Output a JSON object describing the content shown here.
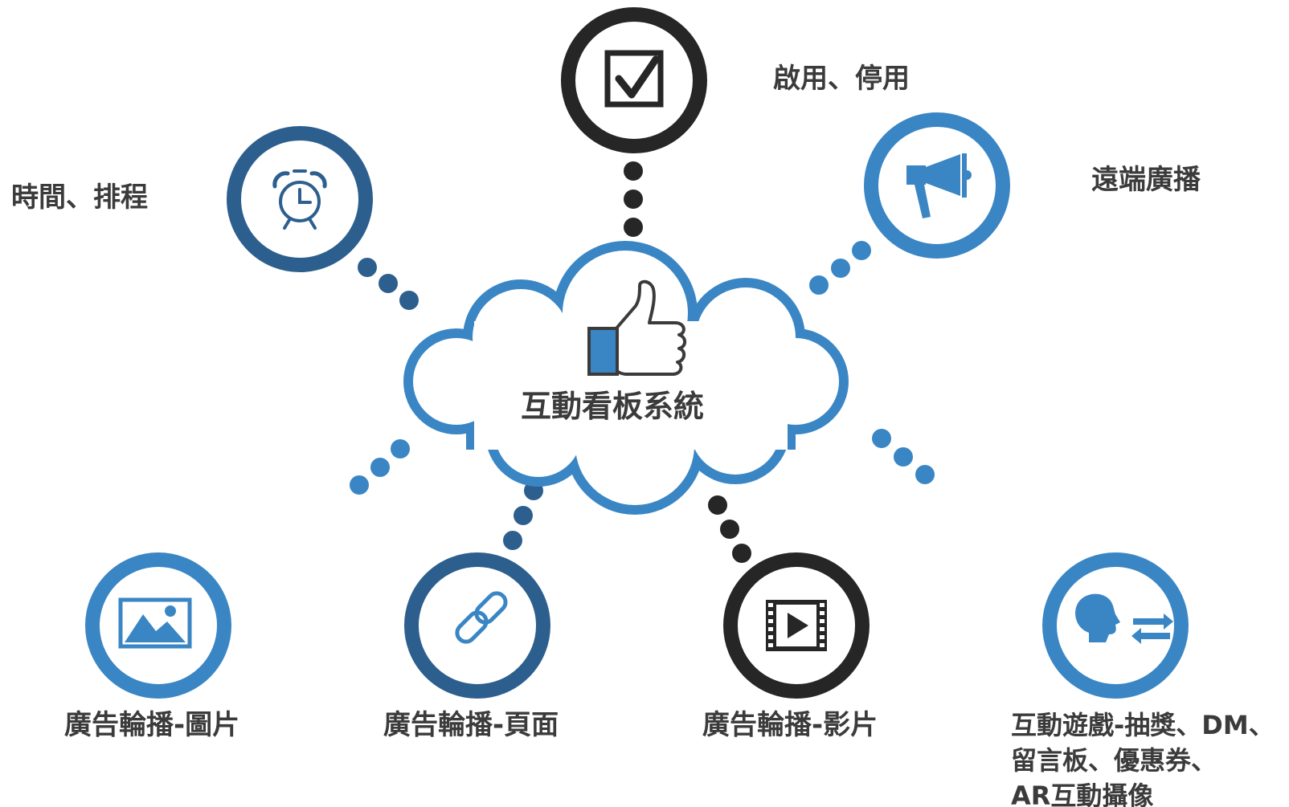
{
  "center": {
    "title": "互動看板系統",
    "icon": "thumbs-up-icon"
  },
  "nodes": {
    "enable_disable": {
      "label": "啟用、停用",
      "icon": "checkbox-icon"
    },
    "schedule": {
      "label": "時間、排程",
      "icon": "alarm-clock-icon"
    },
    "remote_broadcast": {
      "label": "遠端廣播",
      "icon": "megaphone-icon"
    },
    "ad_image": {
      "label": "廣告輪播-圖片",
      "icon": "image-icon"
    },
    "ad_page": {
      "label": "廣告輪播-頁面",
      "icon": "link-icon"
    },
    "ad_video": {
      "label": "廣告輪播-影片",
      "icon": "video-icon"
    },
    "interactive": {
      "label_lines": [
        "互動遊戲-抽獎、DM、",
        "留言板、優惠券、",
        "AR互動攝像"
      ],
      "icon": "talking-head-icon"
    }
  },
  "colors": {
    "light_blue": "#3a86c4",
    "dark_blue": "#2d5f8e",
    "dark": "#262626",
    "text": "#3b3b3b"
  }
}
